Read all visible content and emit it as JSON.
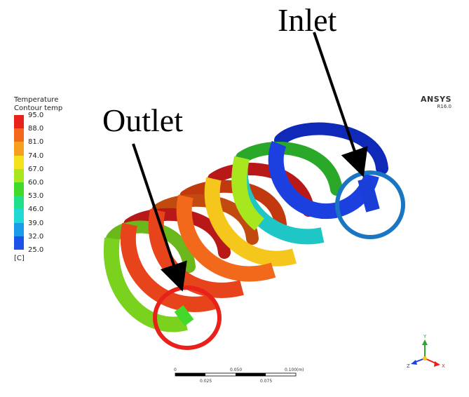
{
  "legend": {
    "title_line1": "Temperature",
    "title_line2": "Contour temp",
    "unit": "[C]",
    "levels": [
      "95.0",
      "88.0",
      "81.0",
      "74.0",
      "67.0",
      "60.0",
      "53.0",
      "46.0",
      "39.0",
      "32.0",
      "25.0"
    ],
    "colors": [
      "#e8221a",
      "#f2691c",
      "#f7a020",
      "#f5e21c",
      "#a8e61e",
      "#43d92a",
      "#22e08a",
      "#1fd9d6",
      "#1a9be8",
      "#1c52e8",
      "#1c1fd8"
    ]
  },
  "brand": {
    "name": "ANSYS",
    "version": "R16.0"
  },
  "callouts": {
    "inlet": "Inlet",
    "outlet": "Outlet"
  },
  "scale_bar": {
    "ticks_top": [
      "0",
      "0.050",
      "0.100"
    ],
    "ticks_bottom": [
      "0.025",
      "0.075"
    ],
    "unit": "(m)"
  },
  "axes": {
    "y": "Y",
    "z": "Z",
    "x": "X"
  },
  "colors": {
    "inlet_circle": "#1a76c2",
    "outlet_circle": "#e8221a",
    "arrow": "#000000"
  }
}
